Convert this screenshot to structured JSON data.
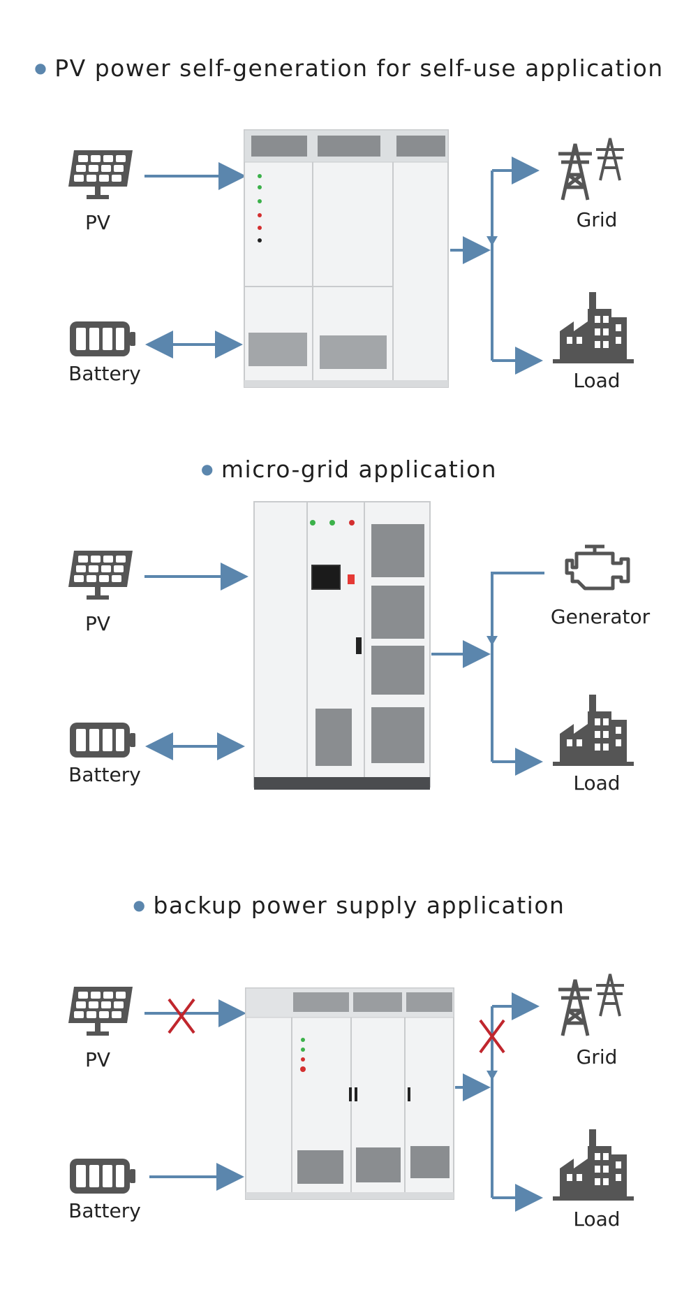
{
  "sections": [
    {
      "title": "PV power self-generation for self-use application",
      "inputs": {
        "pv": "PV",
        "battery": "Battery"
      },
      "outputs": {
        "top": "Grid",
        "bottom": "Load"
      },
      "blocked": false
    },
    {
      "title": "micro-grid application",
      "inputs": {
        "pv": "PV",
        "battery": "Battery"
      },
      "outputs": {
        "top": "Generator",
        "bottom": "Load"
      },
      "blocked": false
    },
    {
      "title": "backup power supply application",
      "inputs": {
        "pv": "PV",
        "battery": "Battery"
      },
      "outputs": {
        "top": "Grid",
        "bottom": "Load"
      },
      "blocked": true
    }
  ],
  "colors": {
    "arrow": "#5b86ad",
    "icon": "#555555",
    "cross": "#c0262d",
    "cabinet": "#f2f3f4",
    "vent": "#8a8d90"
  }
}
